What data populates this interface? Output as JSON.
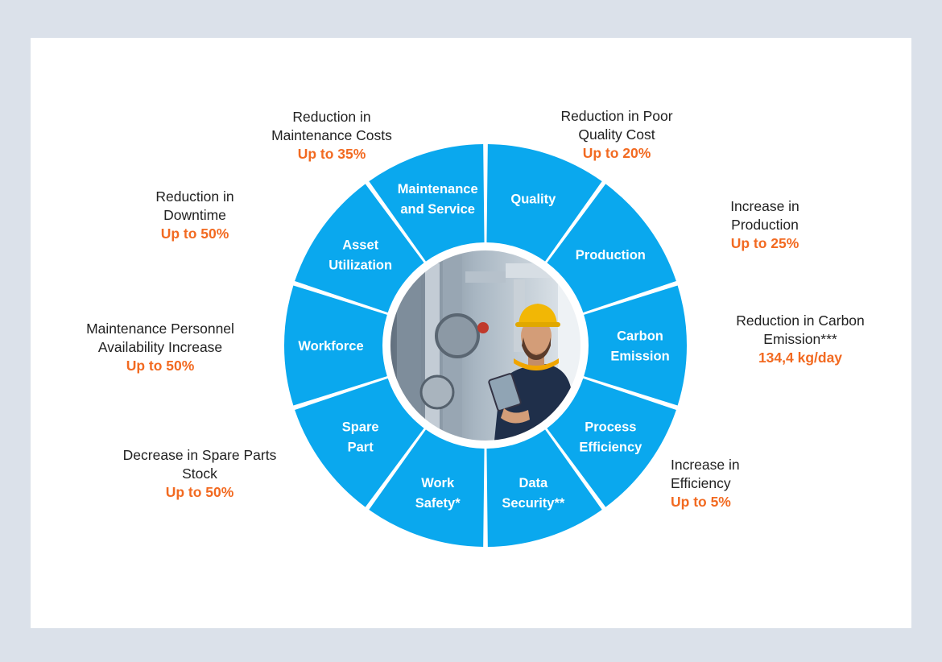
{
  "colors": {
    "segment": "#0aa8ee",
    "value": "#f26a21",
    "text": "#222222",
    "background": "#dbe1ea",
    "card": "#ffffff"
  },
  "center_image": {
    "icon": "engineer-photo"
  },
  "segments": [
    {
      "id": "quality",
      "label": "Quality"
    },
    {
      "id": "production",
      "label": "Production"
    },
    {
      "id": "carbon",
      "label": "Carbon\nEmission"
    },
    {
      "id": "process",
      "label": "Process\nEfficiency"
    },
    {
      "id": "data",
      "label": "Data\nSecurity**"
    },
    {
      "id": "safety",
      "label": "Work\nSafety*"
    },
    {
      "id": "spare",
      "label": "Spare\nPart"
    },
    {
      "id": "workforce",
      "label": "Workforce"
    },
    {
      "id": "asset",
      "label": "Asset\nUtilization"
    },
    {
      "id": "maintenance",
      "label": "Maintenance\nand Service"
    }
  ],
  "callouts": {
    "maintenance": {
      "title": "Reduction in\nMaintenance Costs",
      "value": "Up to 35%"
    },
    "quality": {
      "title": "Reduction in Poor\nQuality Cost",
      "value": "Up to 20%"
    },
    "downtime": {
      "title": "Reduction in\nDowntime",
      "value": "Up to 50%"
    },
    "production": {
      "title": "Increase in\nProduction",
      "value": "Up to 25%"
    },
    "personnel": {
      "title": "Maintenance Personnel\nAvailability Increase",
      "value": "Up to 50%"
    },
    "carbon": {
      "title": "Reduction in Carbon\nEmission***",
      "value": "134,4 kg/day"
    },
    "spare": {
      "title": "Decrease in Spare Parts\nStock",
      "value": "Up to 50%"
    },
    "efficiency": {
      "title": "Increase in\nEfficiency",
      "value": "Up to 5%"
    }
  }
}
